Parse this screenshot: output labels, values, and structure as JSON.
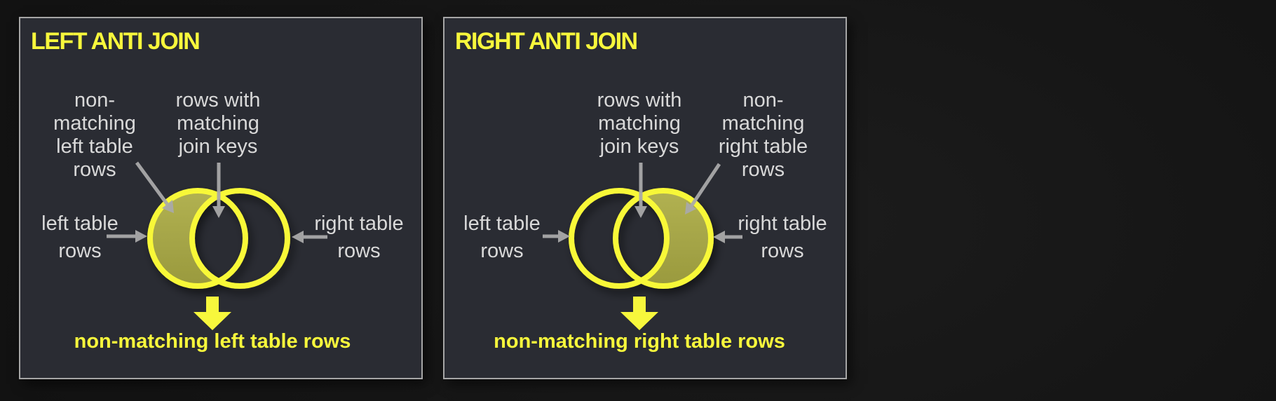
{
  "colors": {
    "accent_yellow": "#f7f73c",
    "circle_stroke_yellow": "#f8f838",
    "crescent_olive": "#a8a845",
    "label_gray": "#d9d9d9",
    "arrow_gray": "#a9a9a9",
    "panel_bg": "#2a2c33",
    "panel_border": "#a6a6a6",
    "page_bg": "#151515"
  },
  "panels": [
    {
      "title": "LEFT ANTI JOIN",
      "filled_circle": "left",
      "labels": {
        "non_matching": "non-\nmatching\nleft table\nrows",
        "matching_keys": "rows with\nmatching\njoin keys",
        "left_table": "left table\nrows",
        "right_table": "right table\nrows"
      },
      "result": "non-matching left table rows"
    },
    {
      "title": "RIGHT ANTI JOIN",
      "filled_circle": "right",
      "labels": {
        "non_matching": "non-\nmatching\nright table\nrows",
        "matching_keys": "rows with\nmatching\njoin keys",
        "left_table": "left table\nrows",
        "right_table": "right table\nrows"
      },
      "result": "non-matching right table rows"
    }
  ]
}
